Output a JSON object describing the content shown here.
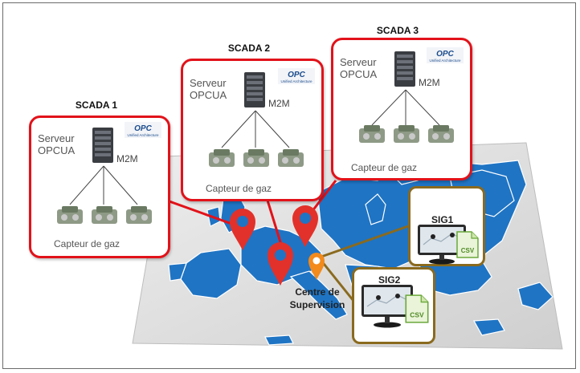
{
  "scada": [
    {
      "title": "SCADA 1",
      "server_label": "Serveur OPCUA",
      "m2m": "M2M",
      "sensor_label": "Capteur de gaz"
    },
    {
      "title": "SCADA 2",
      "server_label": "Serveur OPCUA",
      "m2m": "M2M",
      "sensor_label": "Capteur de gaz"
    },
    {
      "title": "SCADA 3",
      "server_label": "Serveur OPCUA",
      "m2m": "M2M",
      "sensor_label": "Capteur de gaz"
    }
  ],
  "opc_logo": {
    "mark": "OPC",
    "caption": "Unified Architecture"
  },
  "sig": [
    {
      "title": "SIG1",
      "file_badge": "CSV"
    },
    {
      "title": "SIG2",
      "file_badge": "CSV"
    }
  ],
  "centre": {
    "line1": "Centre de",
    "line2": "Supervision"
  },
  "colors": {
    "scada_border": "#e2121a",
    "sig_border": "#8a6a1e",
    "map_land": "#1f74c4",
    "map_bg": "#dcdcdc",
    "pin_red": "#e2312a",
    "pin_orange": "#f28a1c",
    "link_red": "#e2121a",
    "link_brown": "#8a6a1e"
  },
  "icons": [
    "server-icon",
    "opc-ua-logo",
    "gas-sensor-icon",
    "map-pin-icon",
    "monitor-icon",
    "csv-file-icon"
  ]
}
